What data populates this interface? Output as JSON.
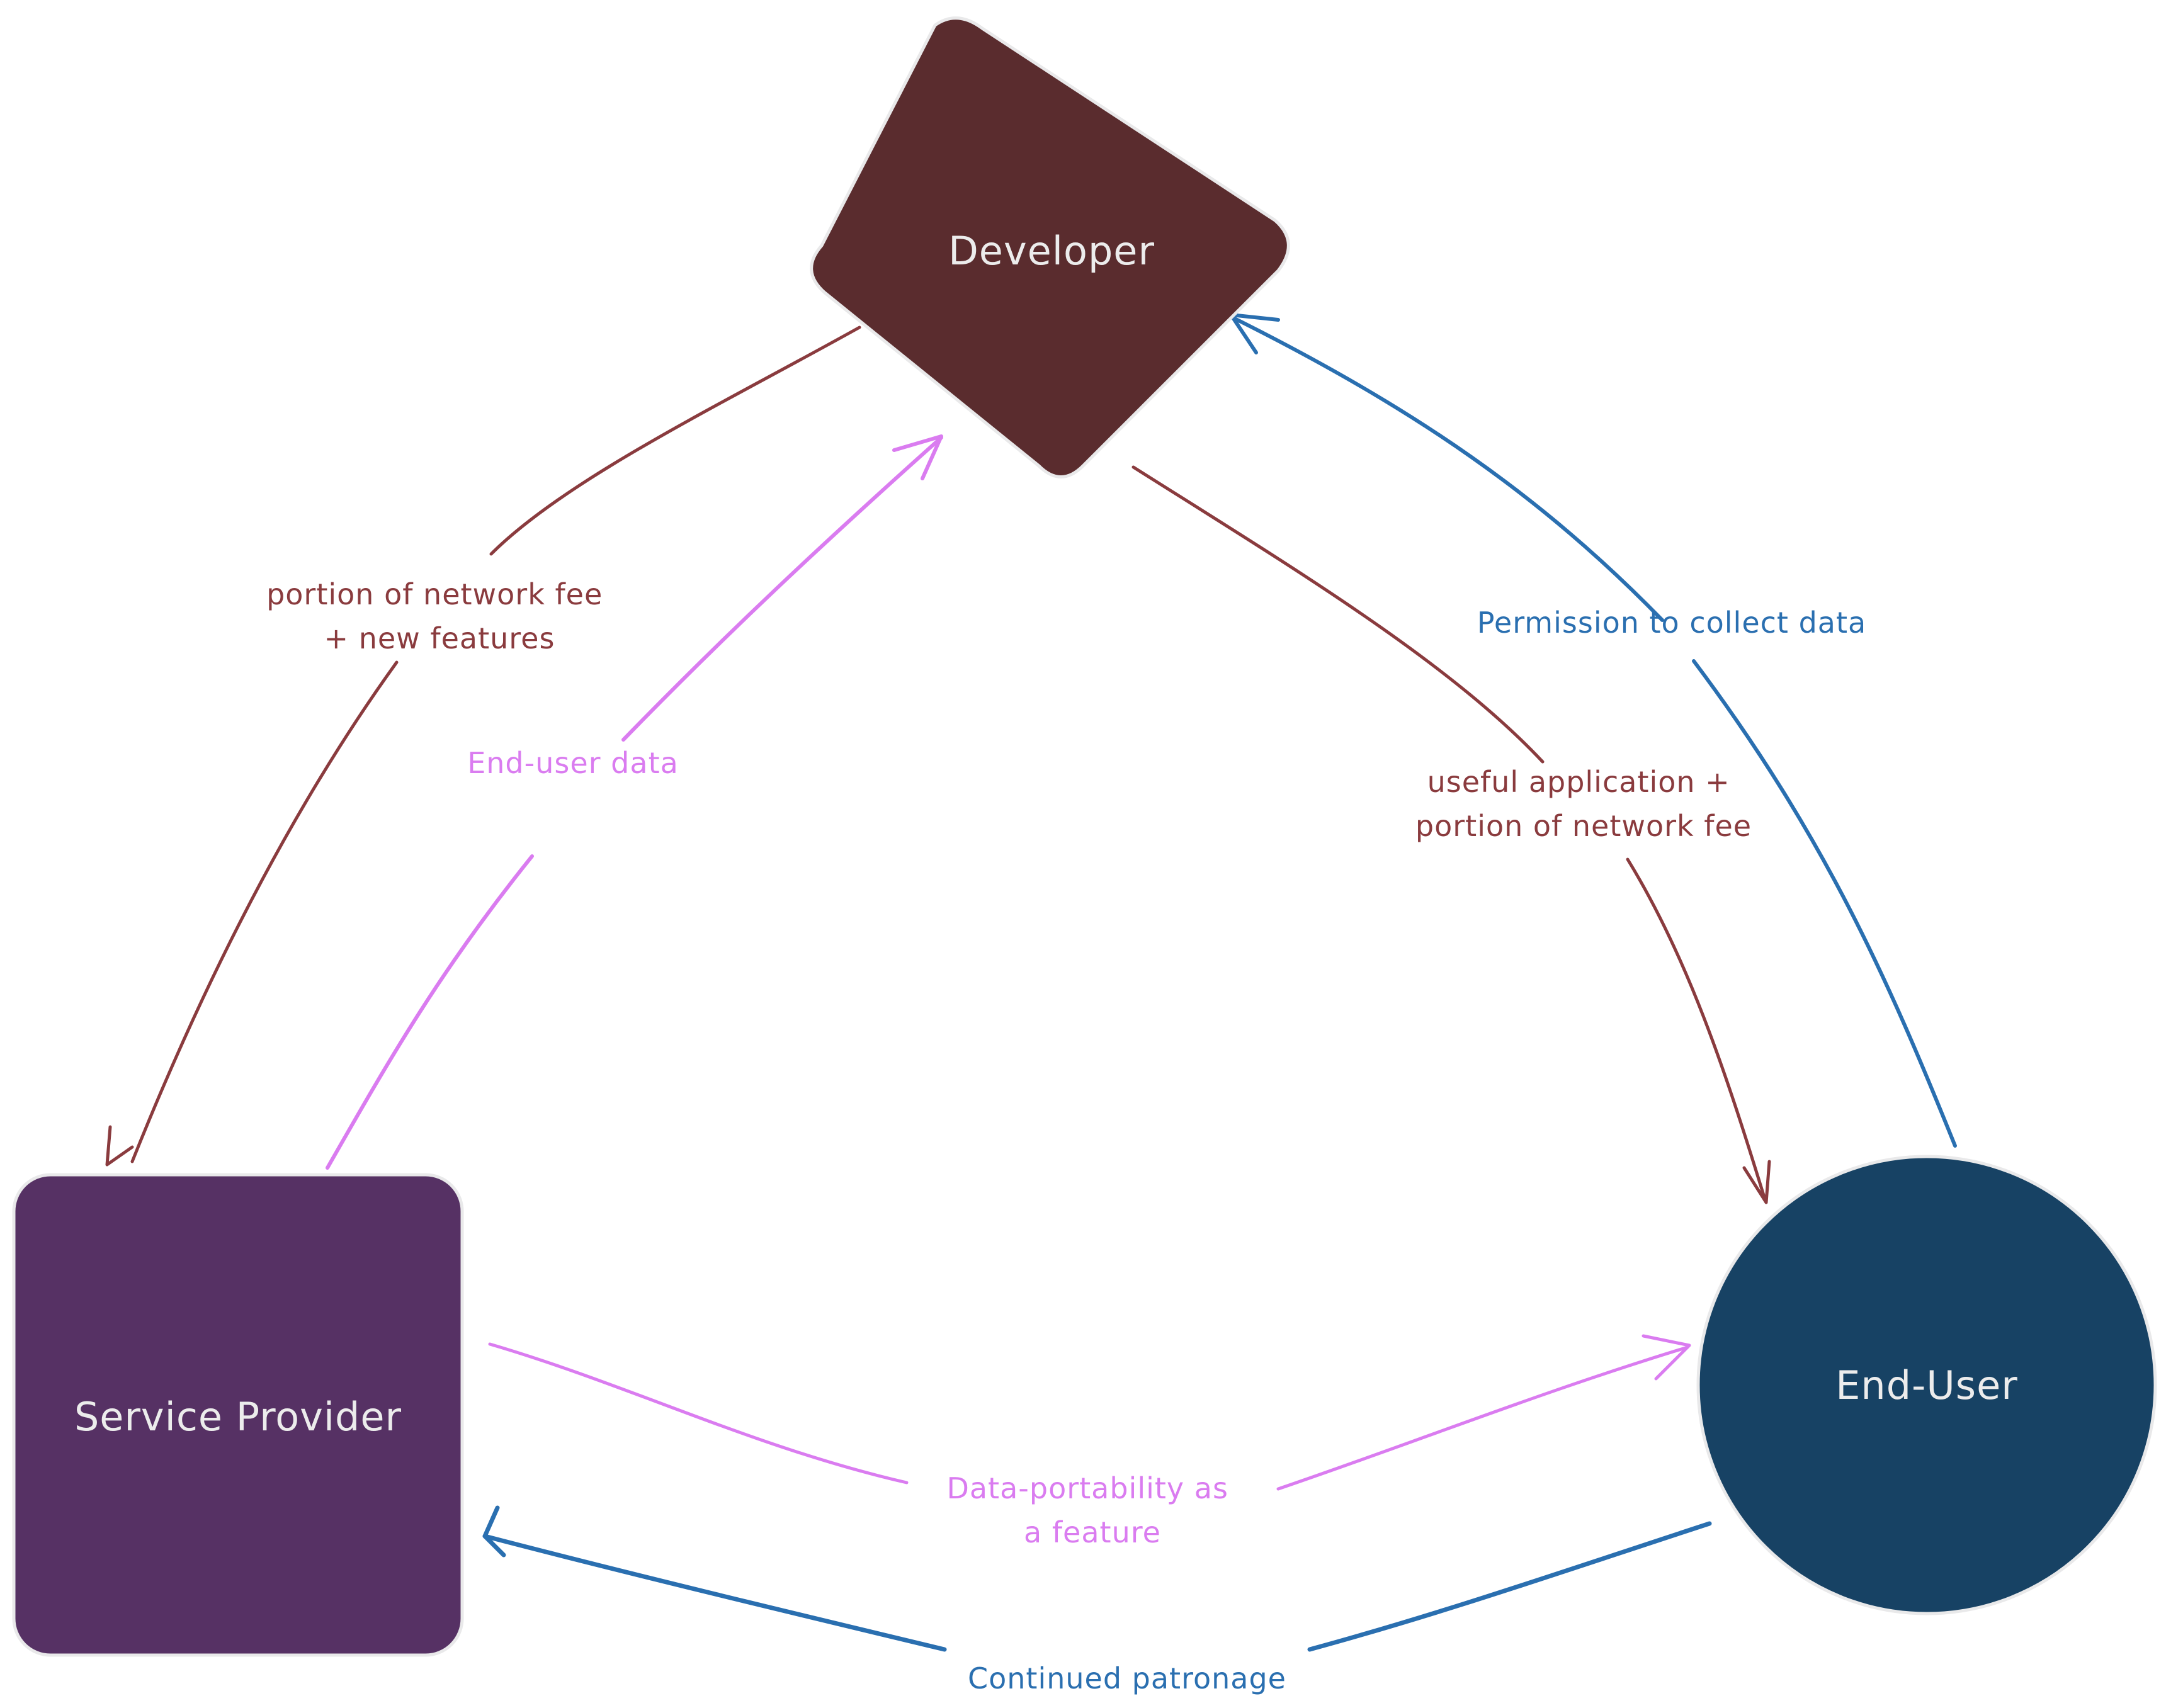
{
  "diagram": {
    "title": "Data-portability ecosystem",
    "colors": {
      "developer_fill": "#5a2c2e",
      "service_provider_fill": "#563164",
      "end_user_fill": "#174264",
      "node_stroke": "#e9e9ea",
      "node_text": "#ececec",
      "maroon_edge": "#8a3b3e",
      "violet_edge": "#da7cf0",
      "blue_edge": "#2a6fb0"
    },
    "nodes": {
      "developer": {
        "label": "Developer",
        "shape": "diamond"
      },
      "service_provider": {
        "label": "Service Provider",
        "shape": "rounded-rectangle"
      },
      "end_user": {
        "label": "End-User",
        "shape": "ellipse"
      }
    },
    "edges": [
      {
        "from": "Developer",
        "to": "Service Provider",
        "label_lines": [
          "portion of network fee",
          "+ new features"
        ],
        "color": "maroon"
      },
      {
        "from": "Service Provider",
        "to": "Developer",
        "label_lines": [
          "End-user data"
        ],
        "color": "violet"
      },
      {
        "from": "Developer",
        "to": "End-User",
        "label_lines": [
          "useful application +",
          "portion of network fee"
        ],
        "color": "maroon"
      },
      {
        "from": "End-User",
        "to": "Developer",
        "label_lines": [
          "Permission to collect data"
        ],
        "color": "blue"
      },
      {
        "from": "Service Provider",
        "to": "End-User",
        "label_lines": [
          "Data-portability as",
          "a feature"
        ],
        "color": "violet"
      },
      {
        "from": "End-User",
        "to": "Service Provider",
        "label_lines": [
          "Continued patronage"
        ],
        "color": "blue"
      }
    ]
  }
}
